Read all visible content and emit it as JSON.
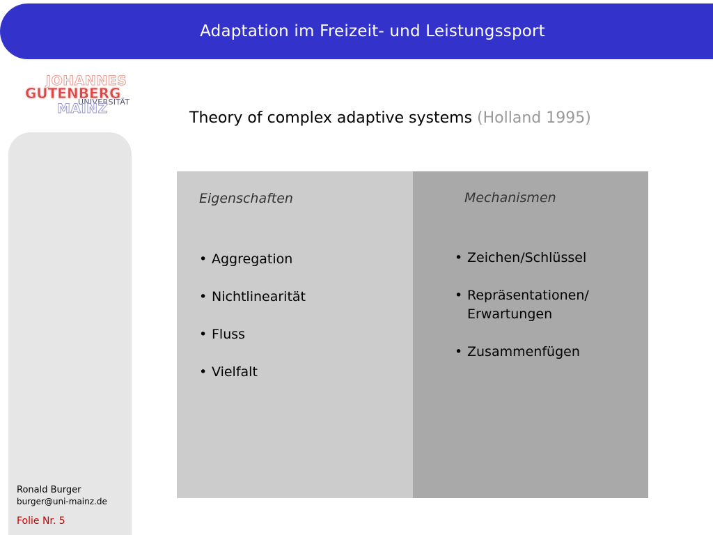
{
  "header": {
    "title": "Adaptation im Freizeit- und Leistungssport"
  },
  "logo": {
    "line1": "JOHANNES",
    "line2": "GUTENBERG",
    "line3": "UNIVERSITÄT",
    "line4": "MAINZ"
  },
  "main": {
    "subtitle": "Theory of complex adaptive systems",
    "citation": "(Holland 1995)",
    "columns": [
      {
        "heading": "Eigenschaften",
        "items": [
          "Aggregation",
          "Nichtlinearität",
          "Fluss",
          "Vielfalt"
        ]
      },
      {
        "heading": "Mechanismen",
        "items": [
          "Zeichen/Schlüssel",
          "Repräsentationen/\nErwartungen",
          "Zusammenfügen"
        ]
      }
    ]
  },
  "footer": {
    "author": "Ronald Burger",
    "email": "burger@uni-mainz.de",
    "slide": "Folie Nr. 5"
  },
  "colors": {
    "banner": "#3333cc",
    "left_column": "#cccccc",
    "right_column": "#a9a9a9",
    "sidebar": "#e6e6e6",
    "slide_number": "#cc0000",
    "citation": "#999999"
  }
}
